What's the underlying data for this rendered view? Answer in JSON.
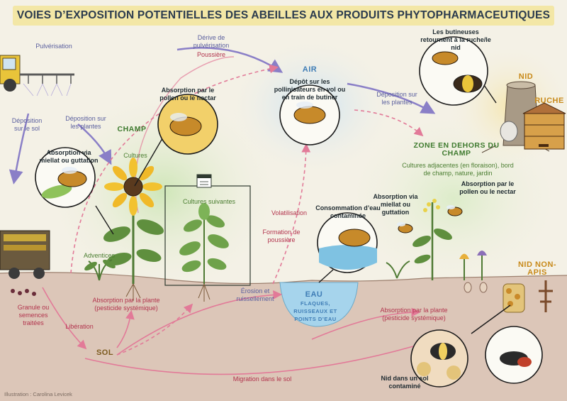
{
  "title": "VOIES D’EXPOSITION POTENTIELLES DES ABEILLES AUX PRODUITS PHYTOPHARMACEUTIQUES",
  "labels": {
    "pulverisation": "Pulvérisation",
    "derive": "Dérive de pulvérisation",
    "poussiere": "Poussière",
    "deposition_sol": "Déposition sur le sol",
    "deposition_plantes": "Déposition sur les plantes",
    "absorption_pollen": "Absorption par le pollen ou le nectar",
    "champ": "CHAMP",
    "cultures": "Cultures",
    "absorption_miellat": "Absorption via miellat ou guttation",
    "cultures_suivantes": "Cultures suivantes",
    "adventices": "Adventices",
    "air": "AIR",
    "depot_pollinisateurs": "Dépôt sur les pollinisateurs en vol ou en train de butiner",
    "deposition_plantes_2": "Déposition sur les plantes",
    "butineuses": "Les butineuses retournent à la ruche/le nid",
    "nid": "NID",
    "ruche": "RUCHE",
    "zone": "ZONE EN DEHORS DU CHAMP",
    "zone_desc": "Cultures adjacentes (en floraison), bord de champ, nature, jardin",
    "absorption_miellat_2": "Absorption via miellat ou guttation",
    "absorption_pollen_2": "Absorption par le pollen ou le nectar",
    "volatilisation": "Volatilisation",
    "formation_poussiere": "Formation de poussière",
    "consommation_eau": "Consommation d’eau contaminée",
    "erosion": "Érosion et ruissellement",
    "eau": "EAU",
    "eau_desc": "FLAQUES, RUISSEAUX ET POINTS D’EAU",
    "granule": "Granule ou semences traitées",
    "liberation": "Libération",
    "absorption_plante": "Absorption par la plante (pesticide systémique)",
    "absorption_plante_2": "Absorption par la plante (pesticide systémique)",
    "sol": "SOL",
    "migration": "Migration dans le sol",
    "nid_non_apis": "NID NON-APIS",
    "nid_sol": "Nid dans un sol contaminé",
    "credit": "Illustration : Carolina Levicek"
  },
  "colors": {
    "title_band": "#f3e7a6",
    "air_arrow": "#8a7fc7",
    "soil_arrow": "#e27a98",
    "soil": "#d9c2b5",
    "field_glow": "#d8ebc6",
    "air_glow": "#d4e7f5",
    "water": "#9fd0ea"
  },
  "icons": [
    "tractor-icon",
    "sunflower-icon",
    "bee-icon",
    "calendar-icon",
    "plant-icon",
    "beehive-icon",
    "tree-stump-icon",
    "seeder-icon",
    "water-puddle-icon"
  ]
}
